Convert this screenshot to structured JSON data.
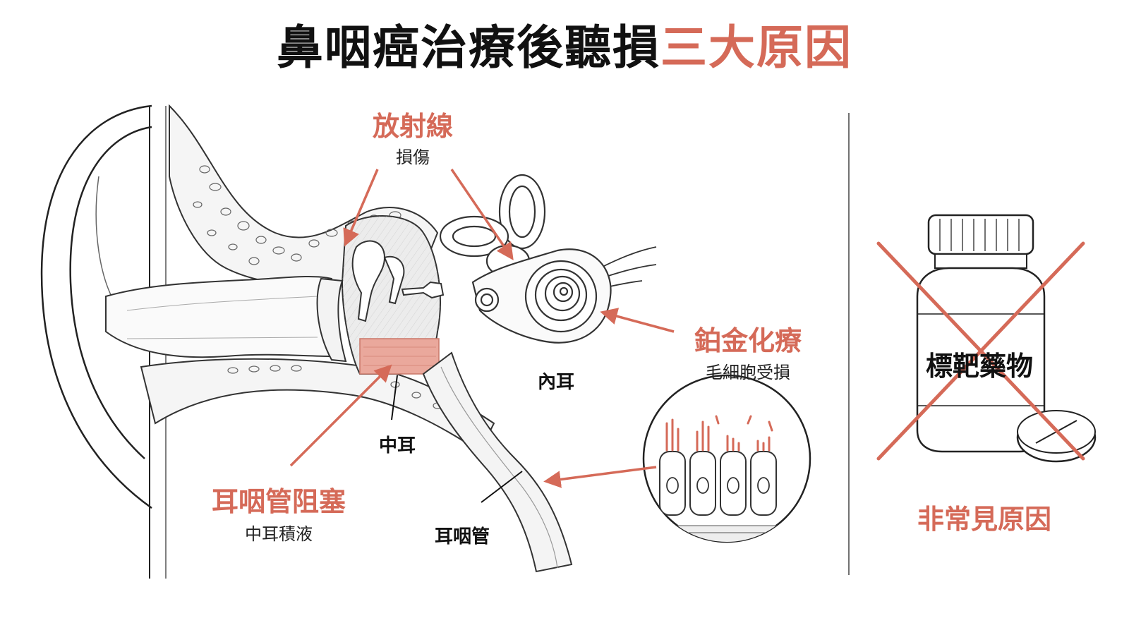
{
  "title": {
    "main": "鼻咽癌治療後聽損",
    "highlight": "三大原因"
  },
  "colors": {
    "accent": "#d56a58",
    "ink": "#111111",
    "fluid": "#eaa89c",
    "line": "#333333"
  },
  "causes": [
    {
      "id": "radiation",
      "heading": "放射線",
      "detail": "損傷"
    },
    {
      "id": "platinum",
      "heading": "鉑金化療",
      "detail": "毛細胞受損"
    },
    {
      "id": "eustachian",
      "heading": "耳咽管阻塞",
      "detail": "中耳積液"
    }
  ],
  "anatomy": {
    "inner_ear": "內耳",
    "middle_ear": "中耳",
    "eustachian_tube": "耳咽管"
  },
  "side_panel": {
    "bottle_label": "標靶藥物",
    "caption": "非常見原因"
  },
  "icons": [
    "crossed-out-pill-bottle-icon",
    "pill-icon",
    "hair-cell-magnifier-icon"
  ]
}
